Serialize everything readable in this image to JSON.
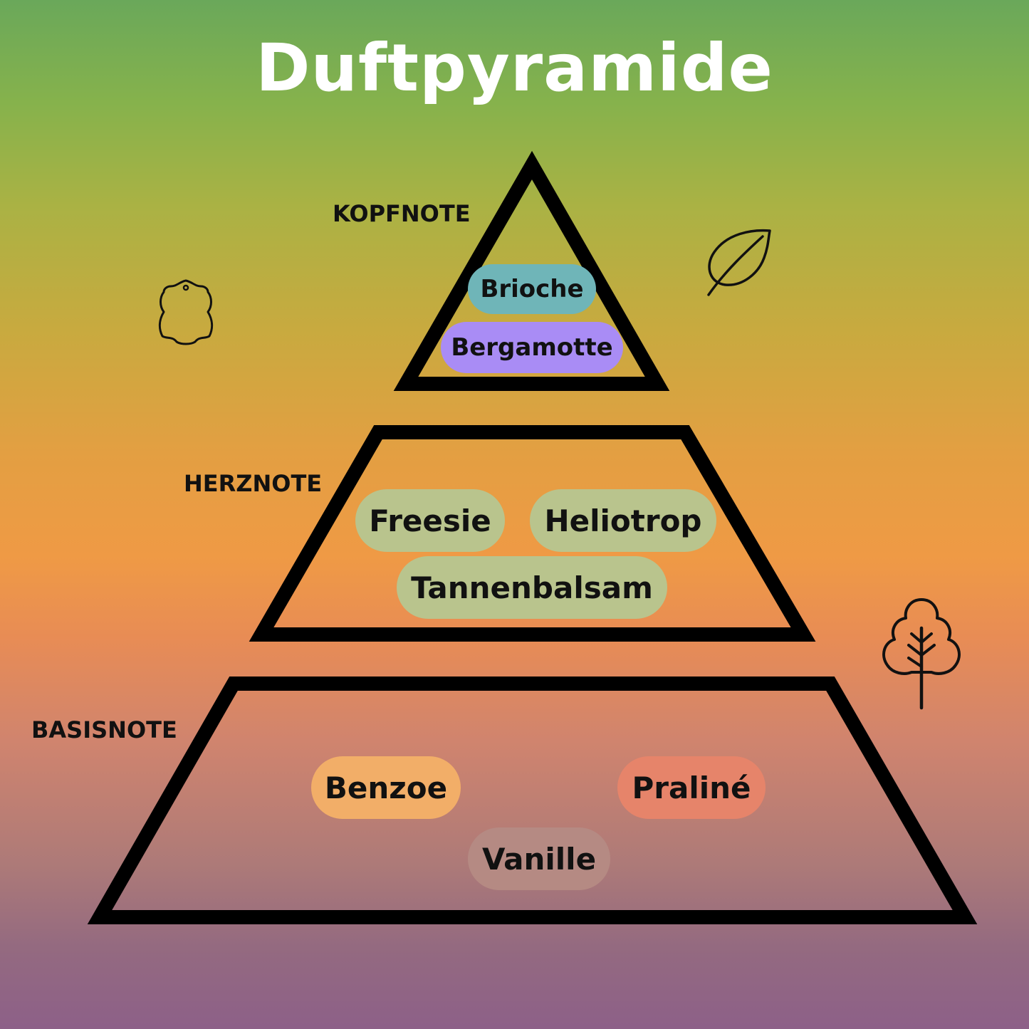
{
  "title": "Duftpyramide",
  "tiers": {
    "top": {
      "label": "KOPFNOTE",
      "notes": [
        {
          "name": "Brioche",
          "color": "#6fb5b8"
        },
        {
          "name": "Bergamotte",
          "color": "#a98cf5"
        }
      ]
    },
    "middle": {
      "label": "HERZNOTE",
      "notes": [
        {
          "name": "Freesie",
          "color": "#b9c48d"
        },
        {
          "name": "Heliotrop",
          "color": "#b9c48d"
        },
        {
          "name": "Tannenbalsam",
          "color": "#b9c48d"
        }
      ]
    },
    "base": {
      "label": "BASISNOTE",
      "notes": [
        {
          "name": "Benzoe",
          "color": "#f2ae68"
        },
        {
          "name": "Praliné",
          "color": "#e6846a"
        },
        {
          "name": "Vanille",
          "color": "#b58a83"
        }
      ]
    }
  },
  "icons": [
    "leather-icon",
    "leaf-icon",
    "tree-icon"
  ]
}
